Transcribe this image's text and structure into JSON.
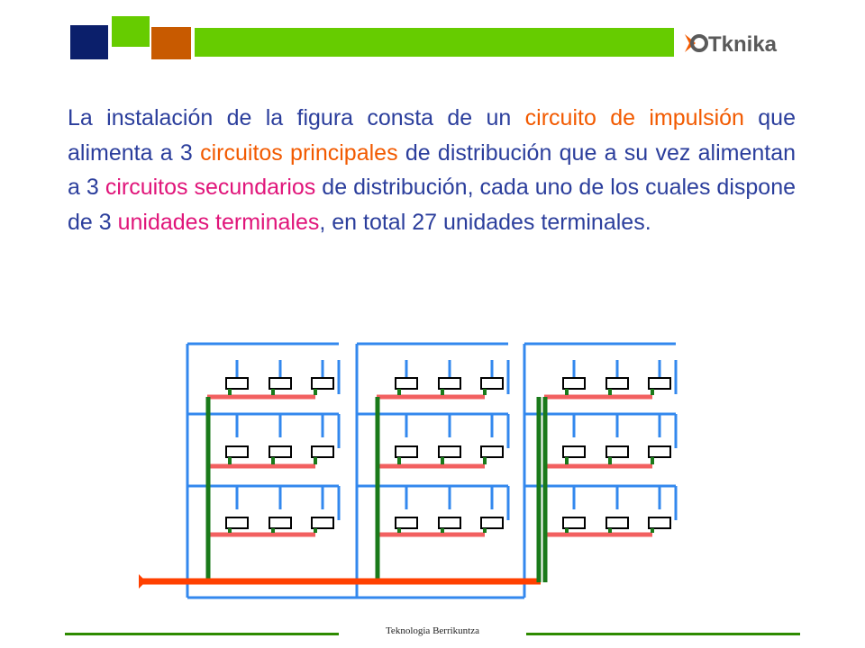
{
  "header": {
    "logo_text": "Tknika",
    "colors": {
      "navy": "#0b1f6b",
      "green": "#66cc00",
      "orange": "#c85a00",
      "logo_gray": "#5a5a5a",
      "logo_orange": "#f25a00"
    }
  },
  "paragraph": {
    "seg1": "La instalación de la figura consta de un ",
    "hl1": "circuito de impulsión",
    "seg2": " que alimenta a 3 ",
    "hl2": "circuitos principales",
    "seg3": " de distribución que a su vez alimentan a 3 ",
    "hl3": "circuitos secundarios",
    "seg4": " de distribución, cada uno de los cuales dispone de 3 ",
    "hl4": "unidades terminales",
    "seg5": ", en total 27 unidades terminales."
  },
  "diagram": {
    "principal_circuits": 3,
    "secondary_circuits_per_principal": 3,
    "terminal_units_per_secondary": 3,
    "colors": {
      "return_pipe": "#3388ee",
      "supply_main": "#ff4000",
      "supply_secondary": "#f26060",
      "riser": "#1a7a1a",
      "terminal": "#000000"
    }
  },
  "footer": {
    "text": "Teknologia Berrikuntza"
  }
}
